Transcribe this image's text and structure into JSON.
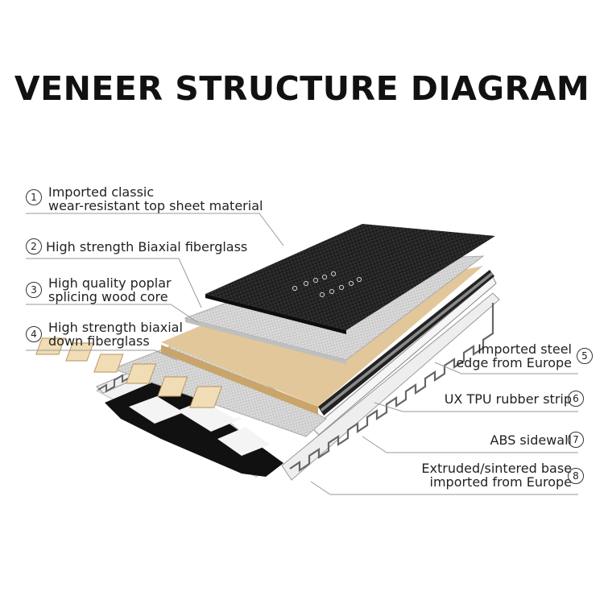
{
  "title": "VENEER STRUCTURE DIAGRAM",
  "layers": [
    {
      "num": "1",
      "line1": "Imported classic",
      "line2": "wear-resistant top sheet material"
    },
    {
      "num": "2",
      "line1": "High strength Biaxial fiberglass",
      "line2": ""
    },
    {
      "num": "3",
      "line1": "High quality poplar",
      "line2": "splicing wood core"
    },
    {
      "num": "4",
      "line1": "High strength biaxial",
      "line2": "down fiberglass"
    },
    {
      "num": "5",
      "line1": "Imported steel",
      "line2": "edge from Europe"
    },
    {
      "num": "6",
      "line1": "UX TPU rubber strip",
      "line2": ""
    },
    {
      "num": "7",
      "line1": "ABS sidewall",
      "line2": ""
    },
    {
      "num": "8",
      "line1": "Extruded/sintered base",
      "line2": "imported from Europe"
    }
  ],
  "colors": {
    "top_sheet": "#1c1c1c",
    "fiberglass": "#d8d8d8",
    "wood": "#e2c79a",
    "steel": "#222222",
    "tpu": "#e9e9e9",
    "base": "#111111"
  }
}
